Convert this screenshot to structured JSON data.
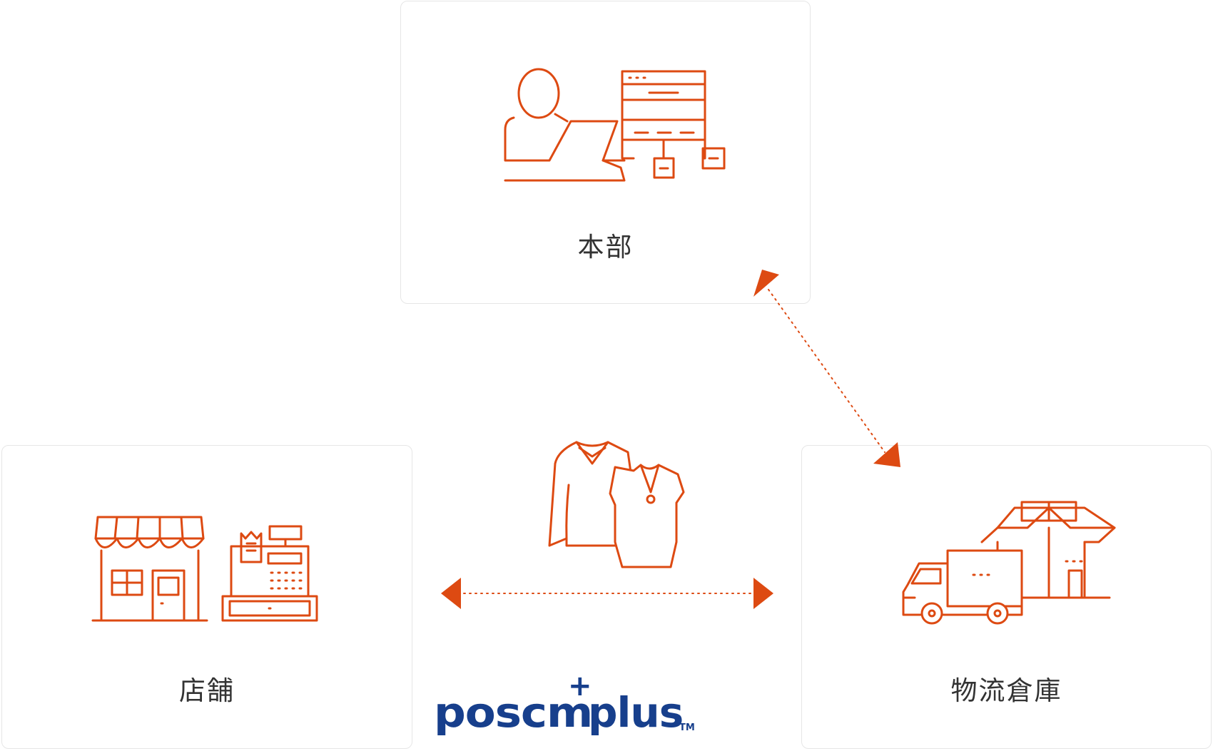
{
  "nodes": {
    "hq": {
      "label": "本部",
      "icon": "hq-manager-system-icon"
    },
    "store": {
      "label": "店舗",
      "icon": "store-and-register-icon"
    },
    "warehouse": {
      "label": "物流倉庫",
      "icon": "warehouse-truck-icon"
    }
  },
  "center_icon": "apparel-icon",
  "logo": {
    "main": "poscm",
    "plus": "+",
    "secondary": "plus",
    "tm": "TM"
  },
  "colors": {
    "accent": "#dd4a12",
    "label": "#333333",
    "border": "#e6e6e6",
    "logo": "#173f8c"
  }
}
